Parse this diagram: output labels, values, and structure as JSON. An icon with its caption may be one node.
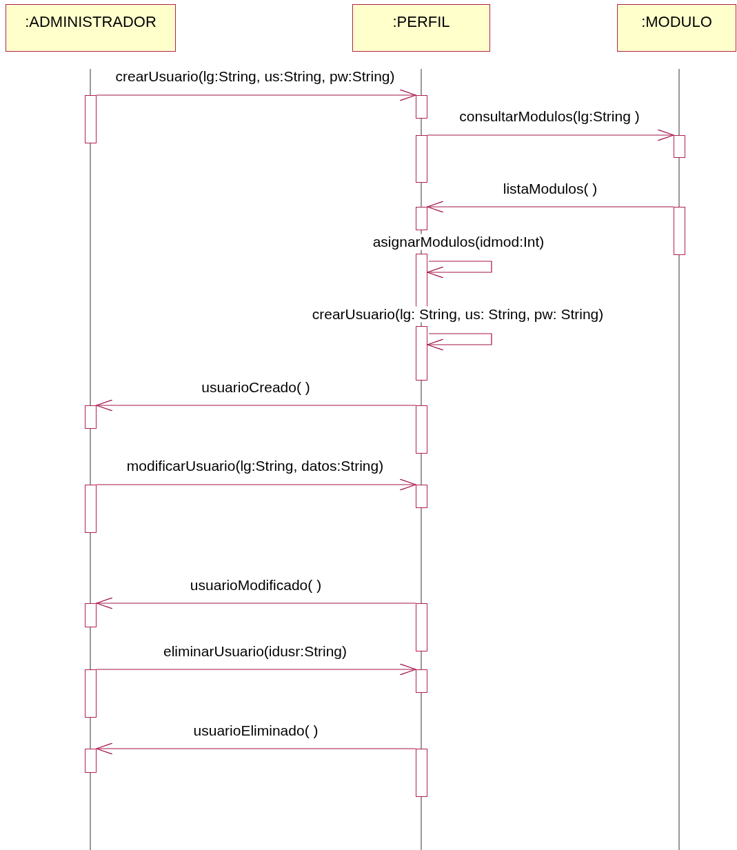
{
  "diagram": {
    "nodes": [
      {
        "text": [
          ":ADMINISTRADOR"
        ]
      },
      {
        "text": [
          ":PERFIL"
        ]
      },
      {
        "text": [
          ":MODULO"
        ]
      },
      {
        "text": [],
        "shape": "bar"
      },
      {
        "text": [],
        "shape": "bar"
      },
      {
        "text": [],
        "shape": "bar"
      },
      {
        "text": [],
        "shape": "bar"
      },
      {
        "text": [],
        "shape": "bar"
      },
      {
        "text": [],
        "shape": "bar"
      },
      {
        "text": [],
        "shape": "bar"
      },
      {
        "text": [],
        "shape": "bar"
      },
      {
        "text": [],
        "shape": "bar"
      },
      {
        "text": [],
        "shape": "bar"
      },
      {
        "text": [],
        "shape": "bar"
      },
      {
        "text": [],
        "shape": "bar"
      },
      {
        "text": [],
        "shape": "bar"
      },
      {
        "text": [],
        "shape": "bar"
      },
      {
        "text": [],
        "shape": "bar"
      },
      {
        "text": [],
        "shape": "bar"
      },
      {
        "text": [],
        "shape": "bar"
      },
      {
        "text": [],
        "shape": "bar"
      }
    ],
    "edges": [
      {
        "from": 3,
        "to": 4,
        "arrow": "to",
        "label": "crearUsuario(lg:String, us:String, pw:String)"
      },
      {
        "from": 5,
        "to": 6,
        "arrow": "to",
        "label": "consultarModulos(lg:String )"
      },
      {
        "from": 8,
        "to": 7,
        "arrow": "to",
        "label": "listaModulos( )"
      },
      {
        "from": 9,
        "to": 9,
        "arrow": "to",
        "label": "asignarModulos(idmod:Int)"
      },
      {
        "from": 10,
        "to": 10,
        "arrow": "to",
        "label": "crearUsuario(lg: String, us: String, pw: String)"
      },
      {
        "from": 12,
        "to": 11,
        "arrow": "to",
        "label": "usuarioCreado( )"
      },
      {
        "from": 13,
        "to": 14,
        "arrow": "to",
        "label": "modificarUsuario(lg:String, datos:String)"
      },
      {
        "from": 16,
        "to": 15,
        "arrow": "to",
        "label": "usuarioModificado( )"
      },
      {
        "from": 17,
        "to": 18,
        "arrow": "to",
        "label": "eliminarUsuario(idusr:String)"
      },
      {
        "from": 20,
        "to": 19,
        "arrow": "to",
        "label": "usuarioEliminado( )"
      }
    ]
  }
}
